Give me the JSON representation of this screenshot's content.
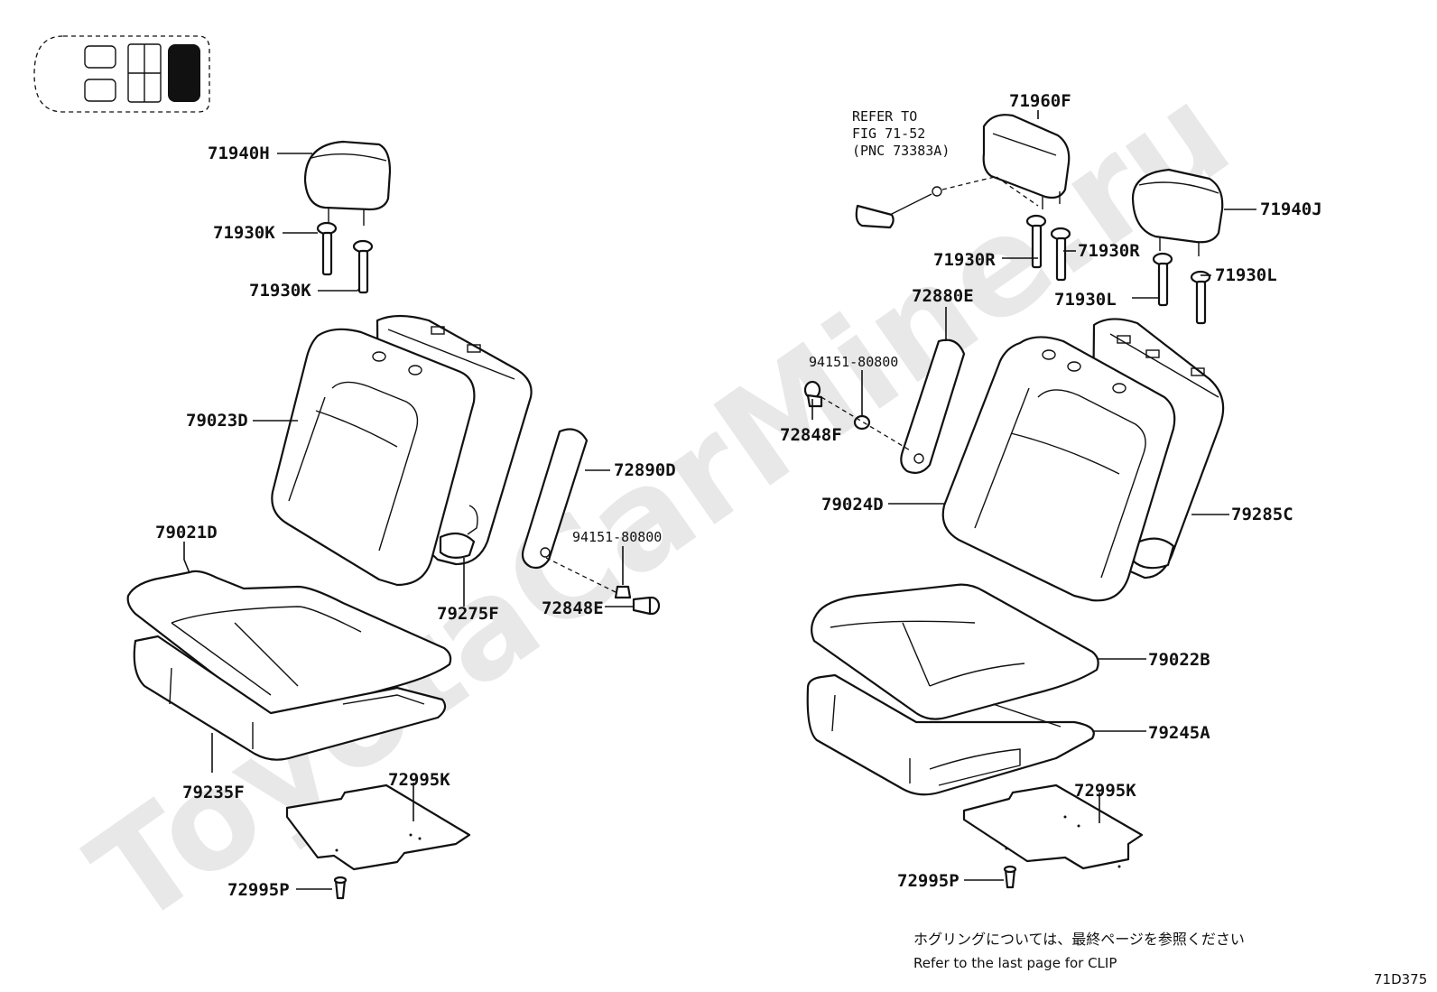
{
  "watermark": "ToyotaCarMine.ru",
  "labels": {
    "p71940H": "71940H",
    "p71930K_a": "71930K",
    "p71930K_b": "71930K",
    "p79023D": "79023D",
    "p79021D": "79021D",
    "p72890D": "72890D",
    "p94151_left": "94151-80800",
    "p72848E": "72848E",
    "p79275F": "79275F",
    "p79235F": "79235F",
    "p72995K_left": "72995K",
    "p72995P_left": "72995P",
    "p71960F": "71960F",
    "p71940J": "71940J",
    "p71930R_a": "71930R",
    "p71930R_b": "71930R",
    "p71930L_a": "71930L",
    "p71930L_b": "71930L",
    "p72880E": "72880E",
    "p94151_right": "94151-80800",
    "p72848F": "72848F",
    "p79024D": "79024D",
    "p79285C": "79285C",
    "p79022B": "79022B",
    "p79245A": "79245A",
    "p72995K_right": "72995K",
    "p72995P_right": "72995P"
  },
  "refer_note": {
    "line1": "REFER TO",
    "line2": "FIG 71-52",
    "line3": "(PNC 73383A)"
  },
  "footer": {
    "japanese": "ホグリングについては、最終ページを参照ください",
    "english": "Refer to the last page for CLIP",
    "figure_code": "71D375"
  },
  "icons": [
    "vehicle-seat-layout-icon"
  ]
}
